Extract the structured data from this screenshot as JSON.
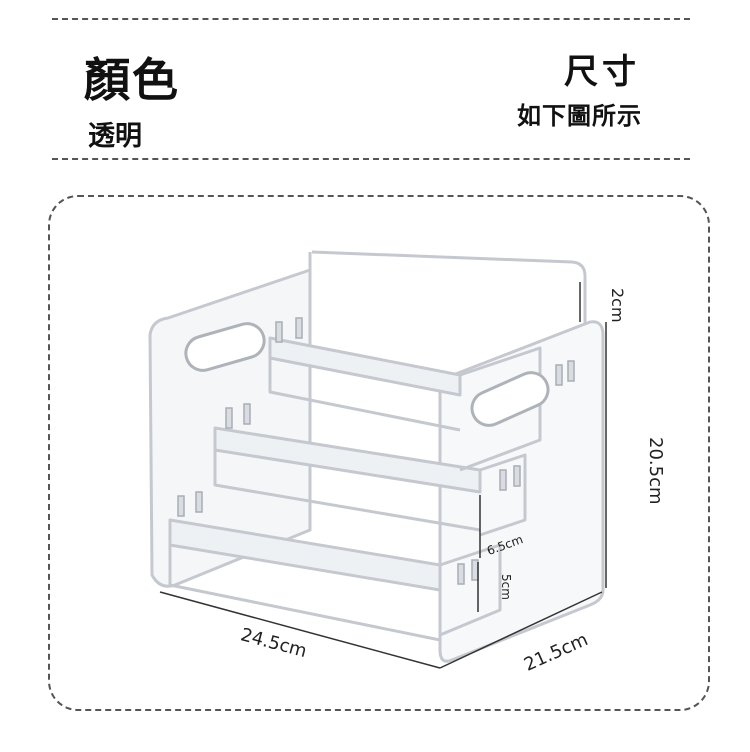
{
  "header": {
    "color_title": "顏色",
    "color_value": "透明",
    "size_title": "尺寸",
    "size_value": "如下圖所示"
  },
  "dimensions": {
    "width": "24.5cm",
    "depth": "21.5cm",
    "height": "20.5cm",
    "top_gap": "2cm",
    "step_height": "6.5cm",
    "front_height": "5cm"
  },
  "colors": {
    "line": "#555555",
    "acrylic": "#c8ccd2",
    "text": "#111111"
  }
}
